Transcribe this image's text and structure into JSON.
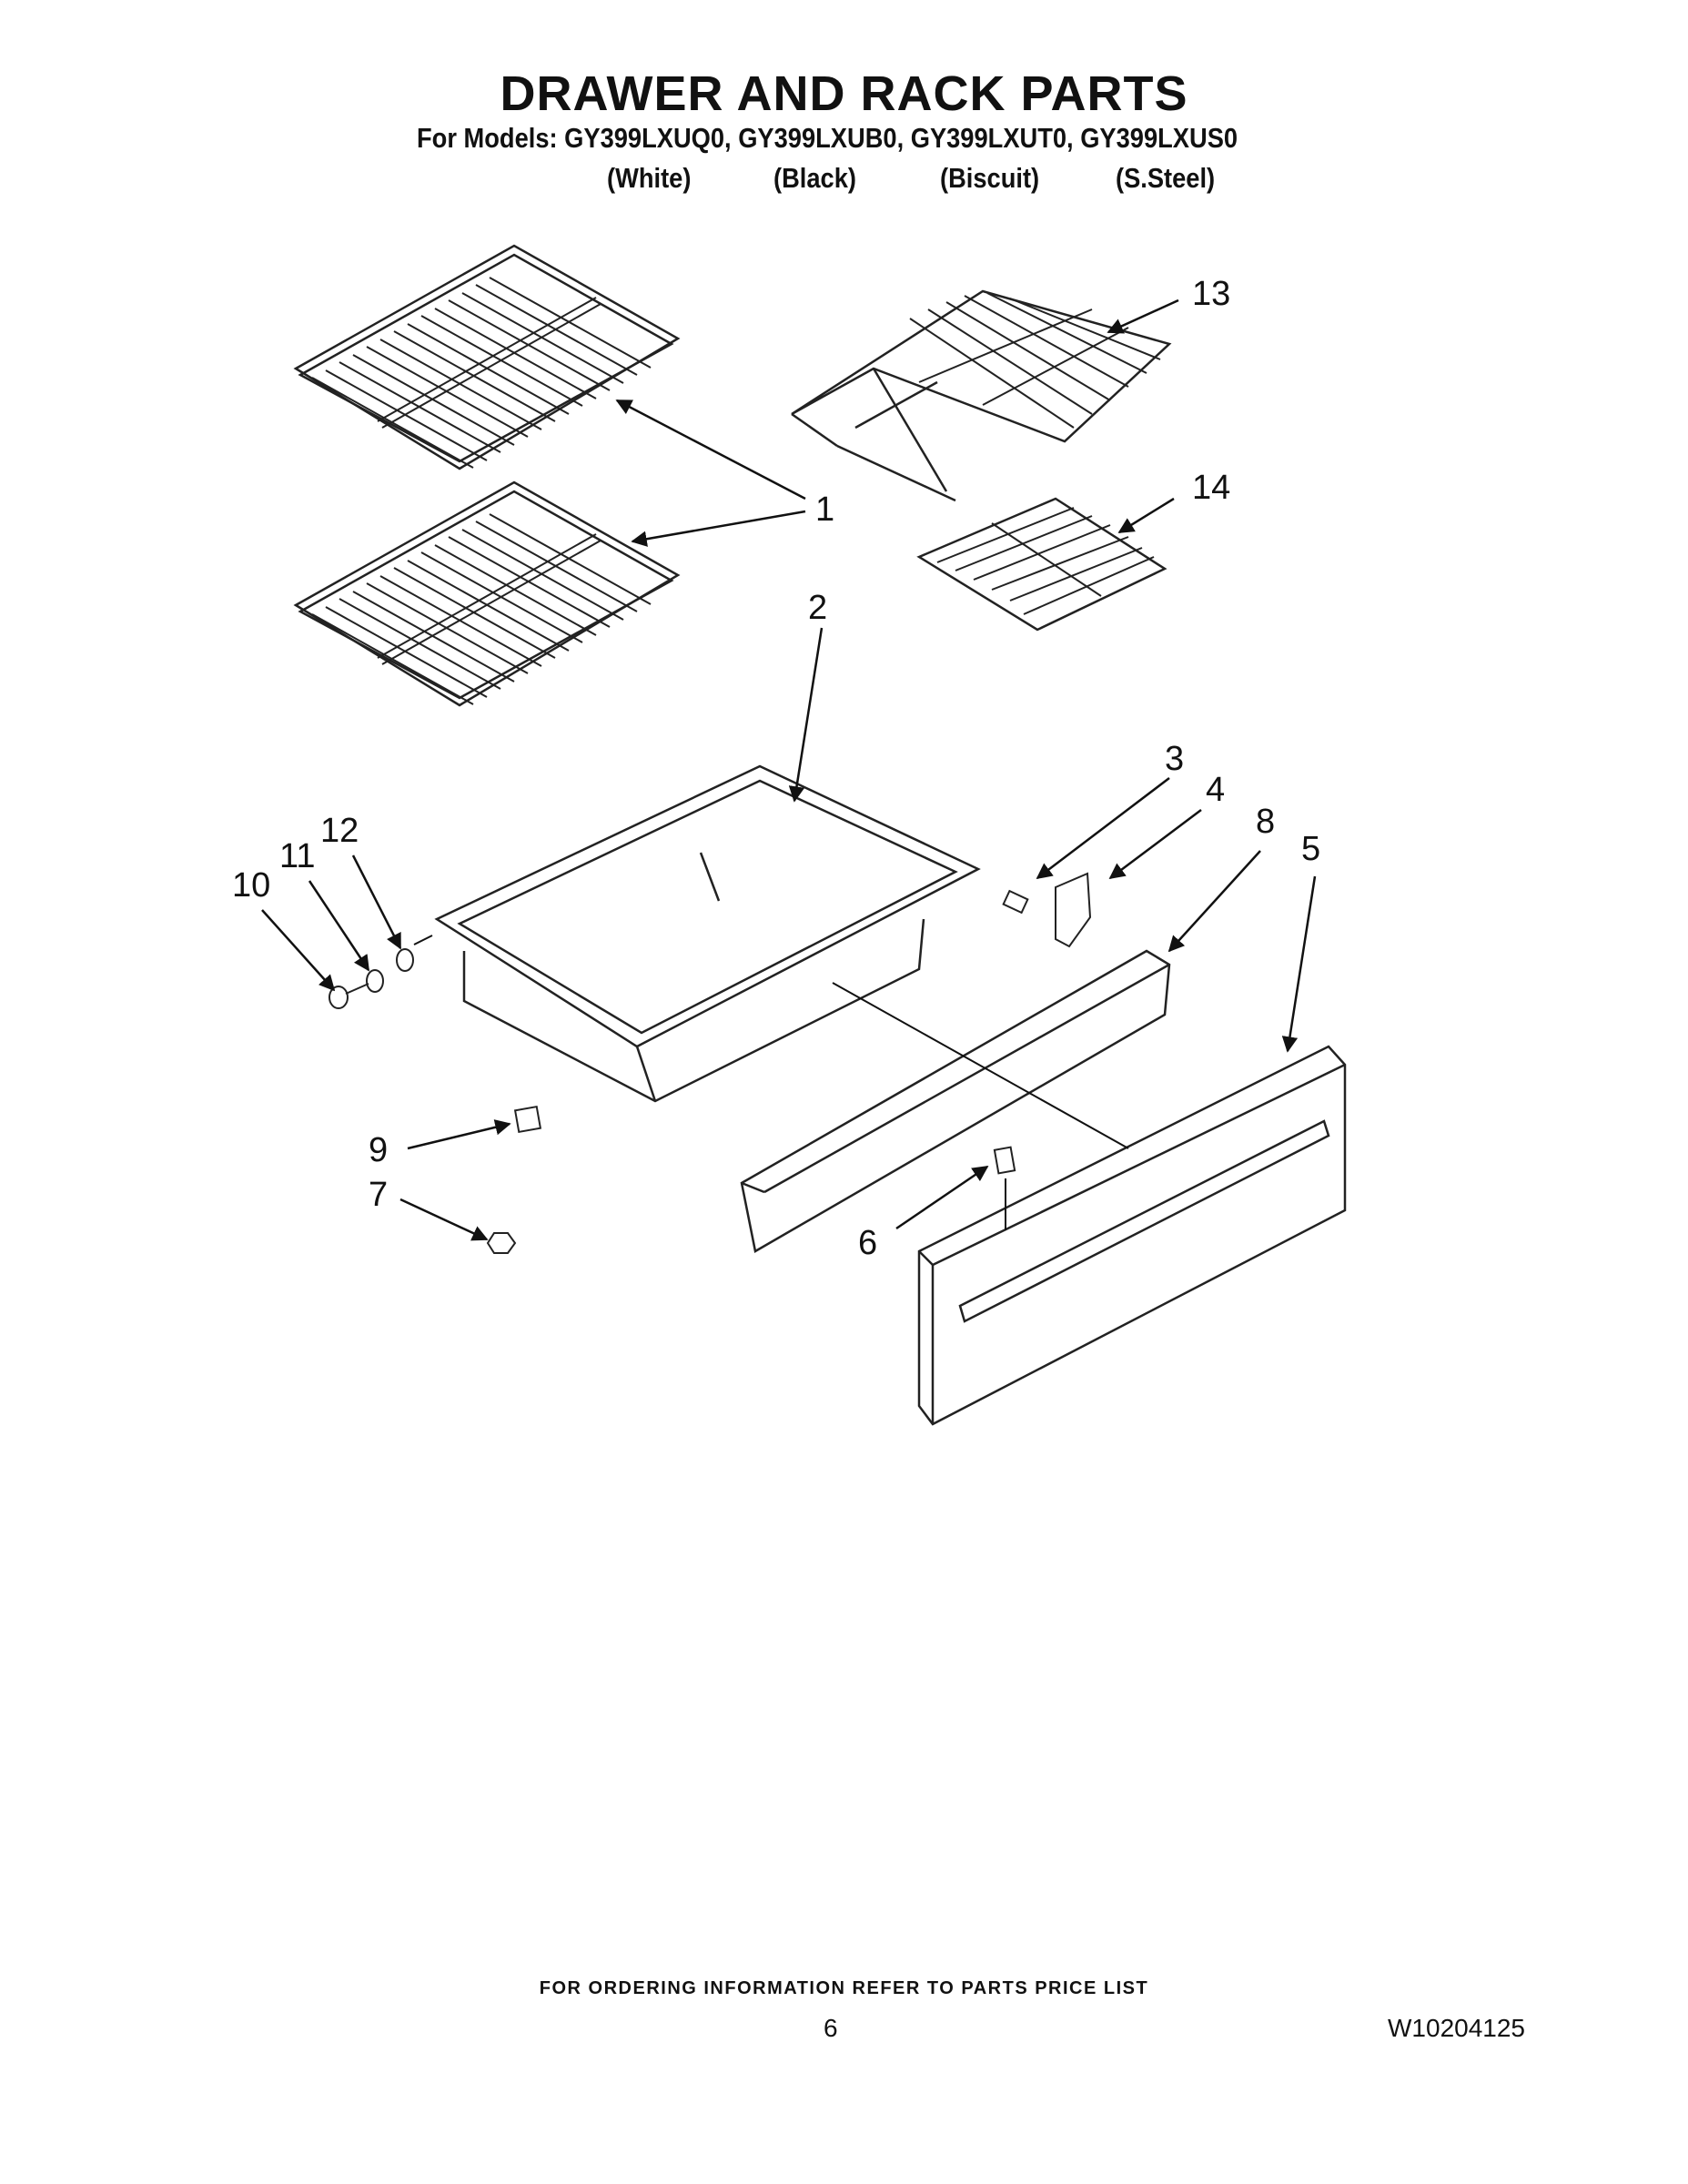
{
  "header": {
    "title": "DRAWER AND RACK PARTS",
    "models_line": "For Models: GY399LXUQ0, GY399LXUB0, GY399LXUT0, GY399LXUS0",
    "colors": [
      "(White)",
      "(Black)",
      "(Biscuit)",
      "(S.Steel)"
    ]
  },
  "callouts": {
    "c1": "1",
    "c2": "2",
    "c3": "3",
    "c4": "4",
    "c5": "5",
    "c6": "6",
    "c7": "7",
    "c8": "8",
    "c9": "9",
    "c10": "10",
    "c11": "11",
    "c12": "12",
    "c13": "13",
    "c14": "14"
  },
  "footer": {
    "ordering_note": "FOR ORDERING INFORMATION REFER TO PARTS PRICE LIST",
    "page_number": "6",
    "document_number": "W10204125"
  }
}
